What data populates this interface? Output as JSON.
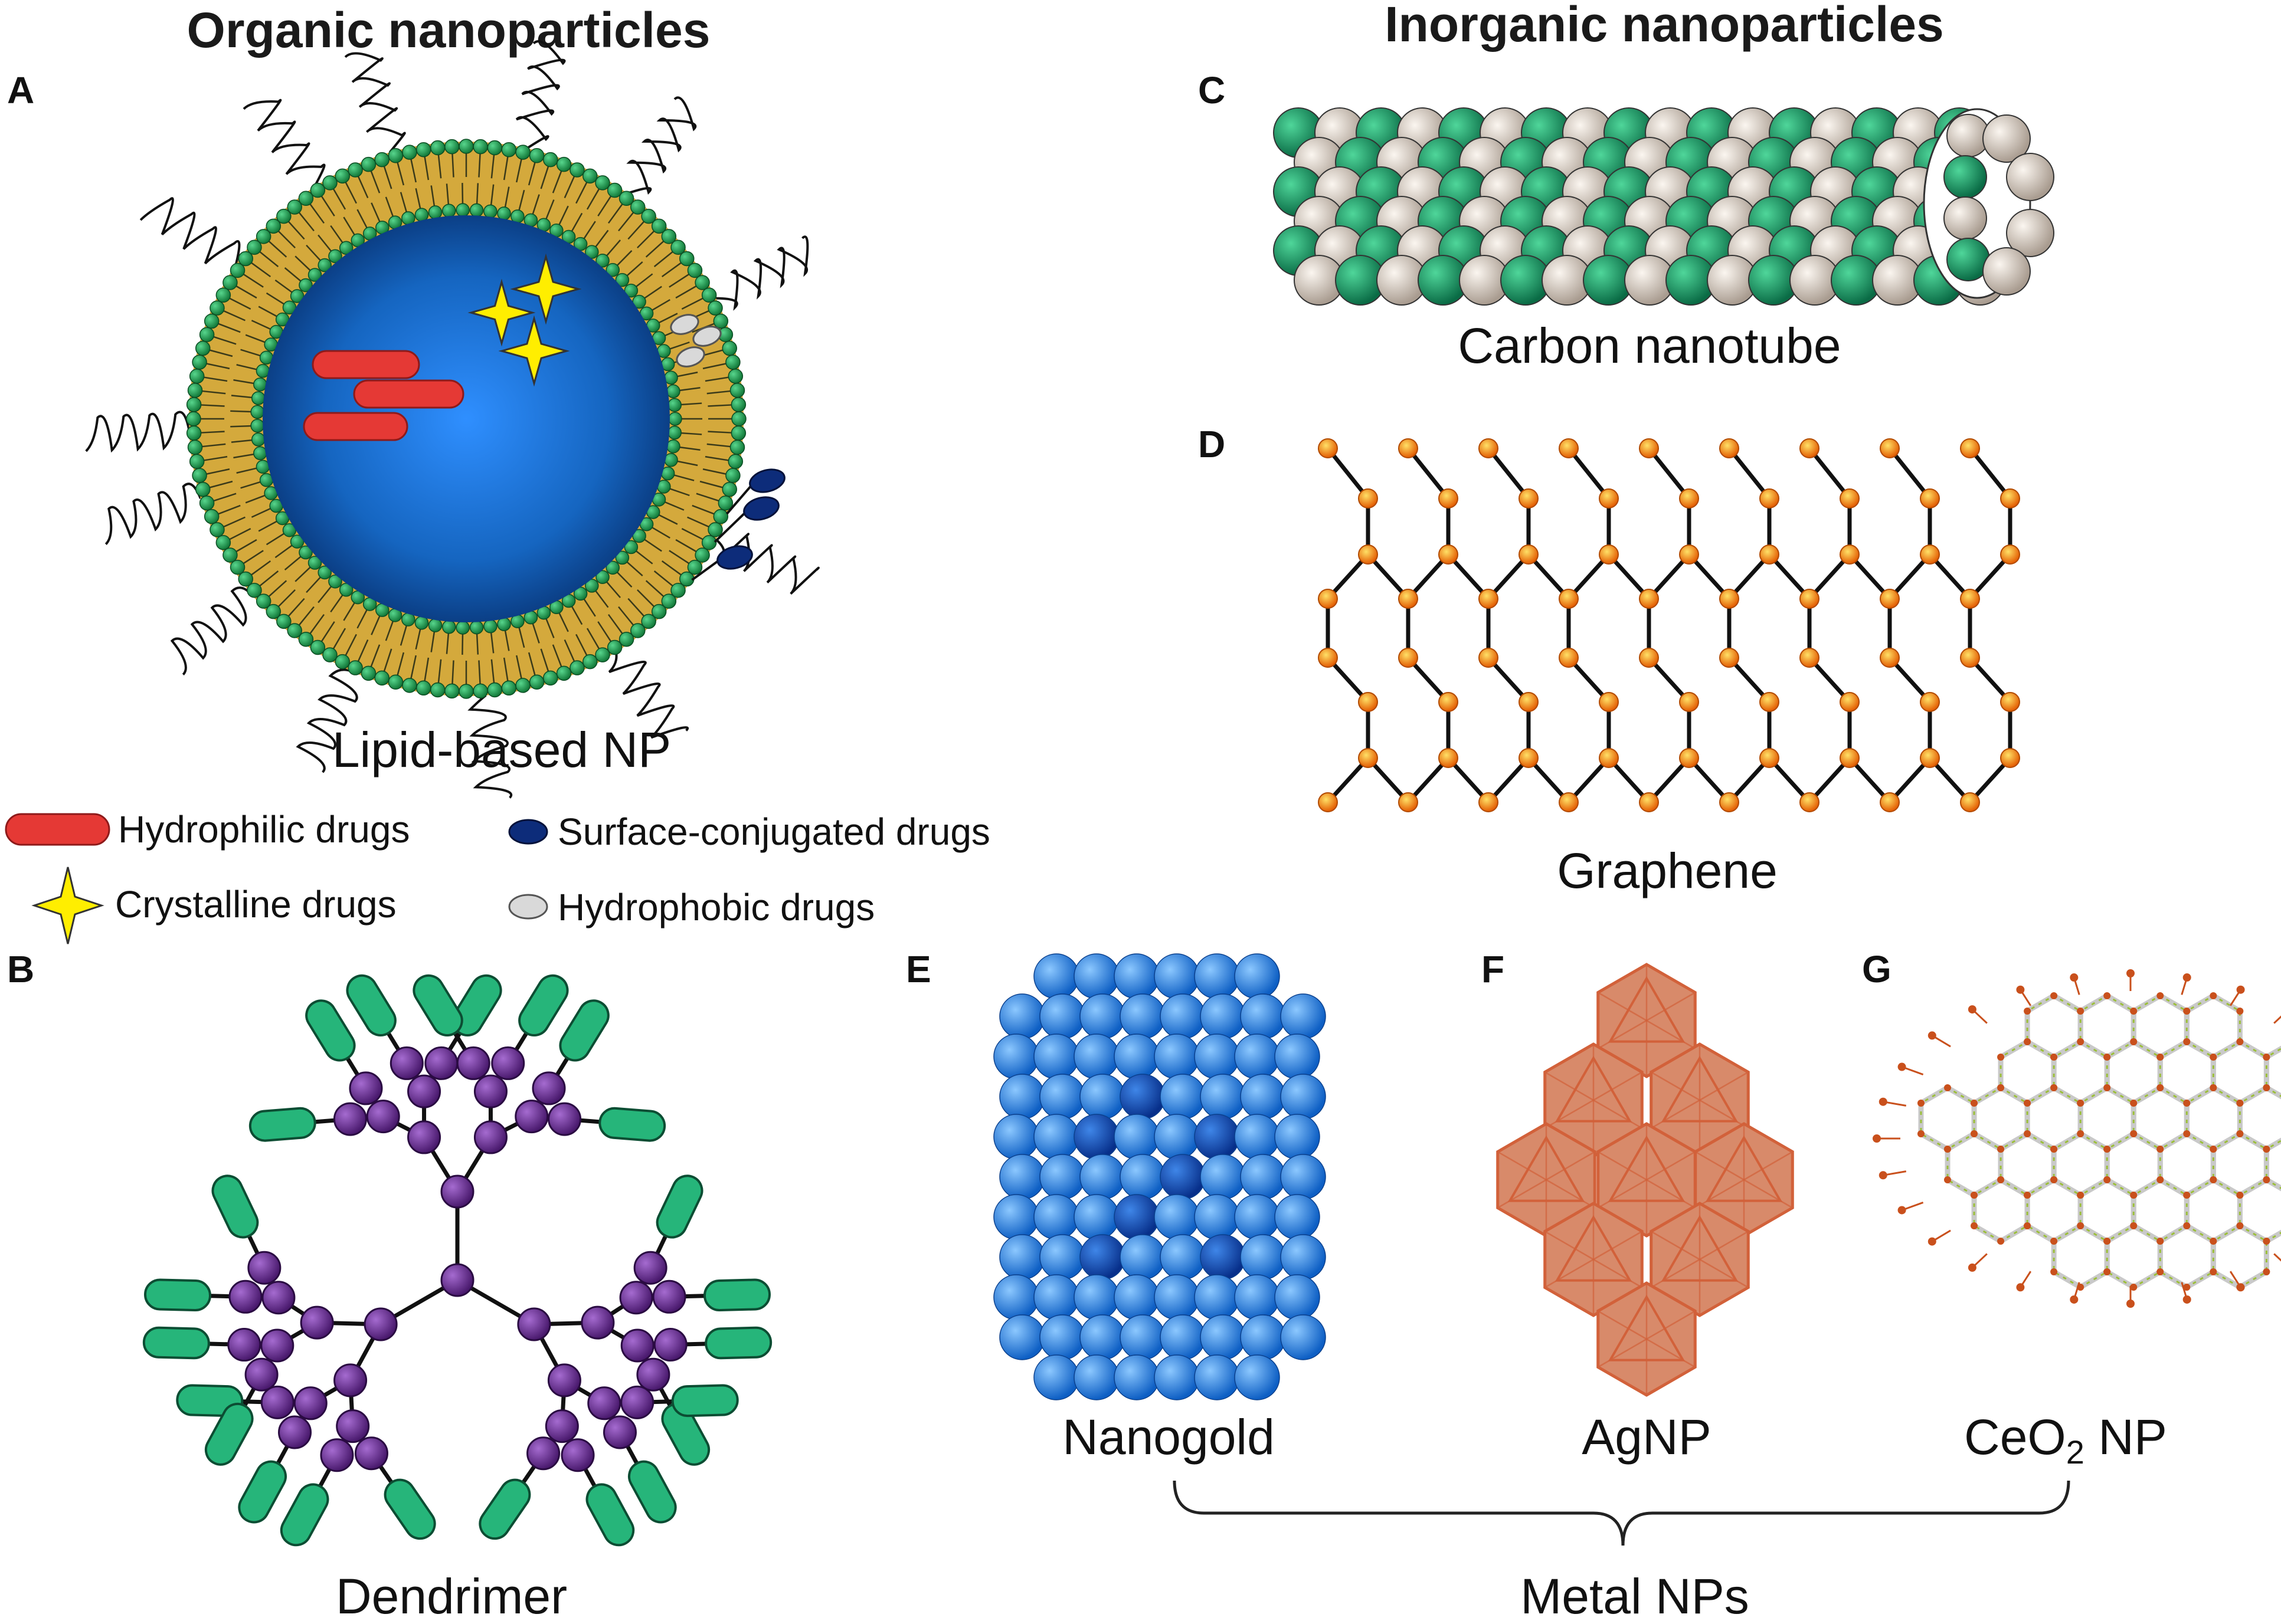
{
  "headings": {
    "organic": "Organic nanoparticles",
    "inorganic": "Inorganic nanoparticles"
  },
  "panels": {
    "A": {
      "letter": "A",
      "caption": "Lipid-based NP"
    },
    "B": {
      "letter": "B",
      "caption": "Dendrimer"
    },
    "C": {
      "letter": "C",
      "caption": "Carbon nanotube"
    },
    "D": {
      "letter": "D",
      "caption": "Graphene"
    },
    "E": {
      "letter": "E",
      "caption": "Nanogold"
    },
    "F": {
      "letter": "F",
      "caption": "AgNP"
    },
    "G": {
      "letter": "G",
      "caption_main": "CeO",
      "caption_sub": "2",
      "caption_end": " NP"
    }
  },
  "legend": {
    "hydrophilic": "Hydrophilic drugs",
    "crystalline": "Crystalline drugs",
    "surface": "Surface-conjugated drugs",
    "hydrophobic": "Hydrophobic drugs"
  },
  "group_label": "Metal NPs",
  "colors": {
    "lipid_core": "#1565c0",
    "lipid_shell": "#d4a93c",
    "headgroup": "#1b9e4b",
    "hydrophilic_drug": "#e53935",
    "crystalline_drug": "#ffee00",
    "surface_drug": "#0d2c7a",
    "hydrophobic_drug": "#d9d9d9",
    "dendrimer_node": "#6a2c91",
    "dendrimer_end": "#26b57a",
    "nanotube_green": "#138a5a",
    "nanotube_beige": "#d9cfc4",
    "graphene_atom": "#f5a000",
    "nanogold": "#1e7be0",
    "agnp": "#d2613a",
    "ceo2": "#c9501c"
  }
}
